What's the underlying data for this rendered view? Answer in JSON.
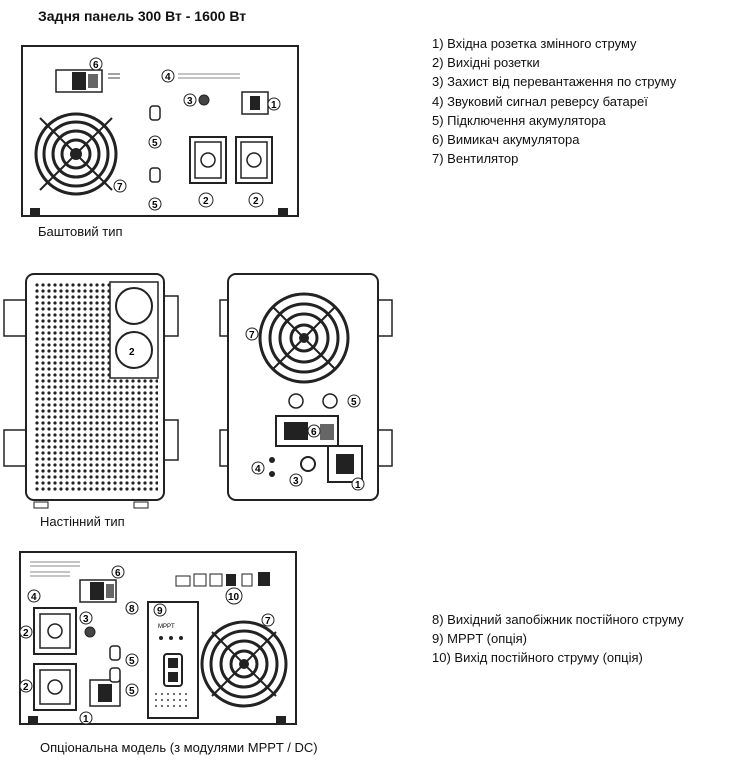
{
  "title": "Задня панель 300 Вт - 1600 Вт",
  "legend_top": [
    "1)  Вхідна розетка змінного струму",
    "2)  Вихідні розетки",
    "3)  Захист від перевантаження по струму",
    "4)  Звуковий сигнал реверсу батареї",
    "5)  Підключення акумулятора",
    "6)  Вимикач акумулятора",
    "7)  Вентилятор"
  ],
  "legend_bottom": [
    "8)  Вихідний запобіжник постійного струму",
    "9)  MPPT (опція)",
    "10) Вихід постійного струму (опція)"
  ],
  "captions": {
    "tower": "Баштовий тип",
    "wall": "Настінний тип",
    "optional": "Опціональна модель (з модулями MPPT / DC)"
  },
  "panel_labels": {
    "mppt": "MPPT"
  },
  "markers": [
    "1",
    "2",
    "3",
    "4",
    "5",
    "6",
    "7",
    "8",
    "9",
    "10"
  ]
}
